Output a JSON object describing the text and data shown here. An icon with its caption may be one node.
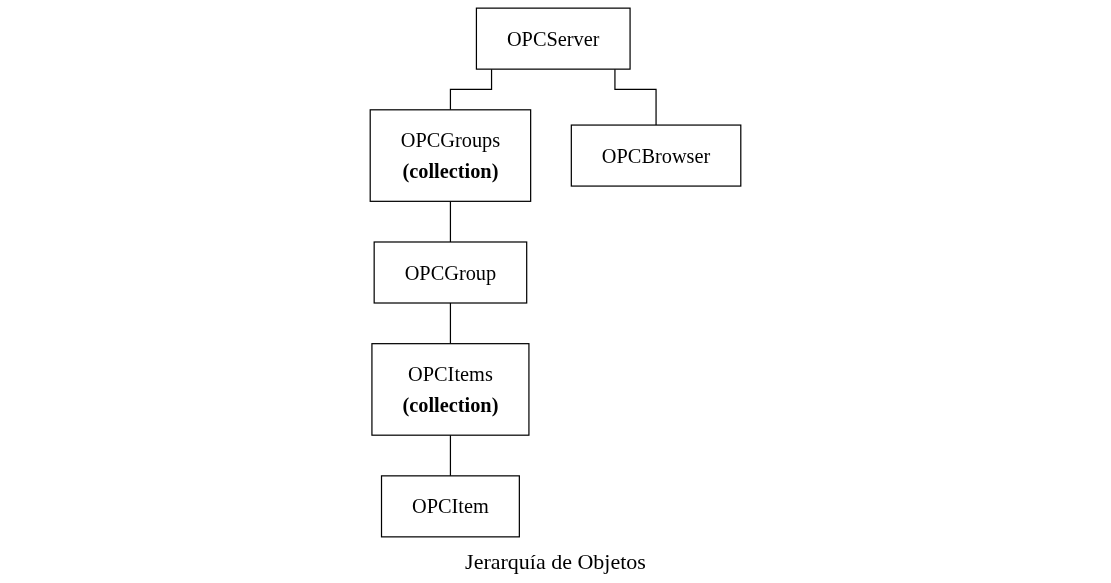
{
  "diagram": {
    "caption": "Jerarquía de Objetos",
    "nodes": [
      {
        "text": [
          "OPCServer"
        ]
      },
      {
        "text": [
          "OPCGroups",
          "(collection)"
        ]
      },
      {
        "text": [
          "OPCBrowser"
        ]
      },
      {
        "text": [
          "OPCGroup"
        ]
      },
      {
        "text": [
          "OPCItems",
          "(collection)"
        ]
      },
      {
        "text": [
          "OPCItem"
        ]
      }
    ],
    "edges": [
      {
        "from": 0,
        "to": 1,
        "arrow": "none"
      },
      {
        "from": 0,
        "to": 2,
        "arrow": "none"
      },
      {
        "from": 1,
        "to": 3,
        "arrow": "none"
      },
      {
        "from": 3,
        "to": 4,
        "arrow": "none"
      },
      {
        "from": 4,
        "to": 5,
        "arrow": "none"
      }
    ]
  }
}
